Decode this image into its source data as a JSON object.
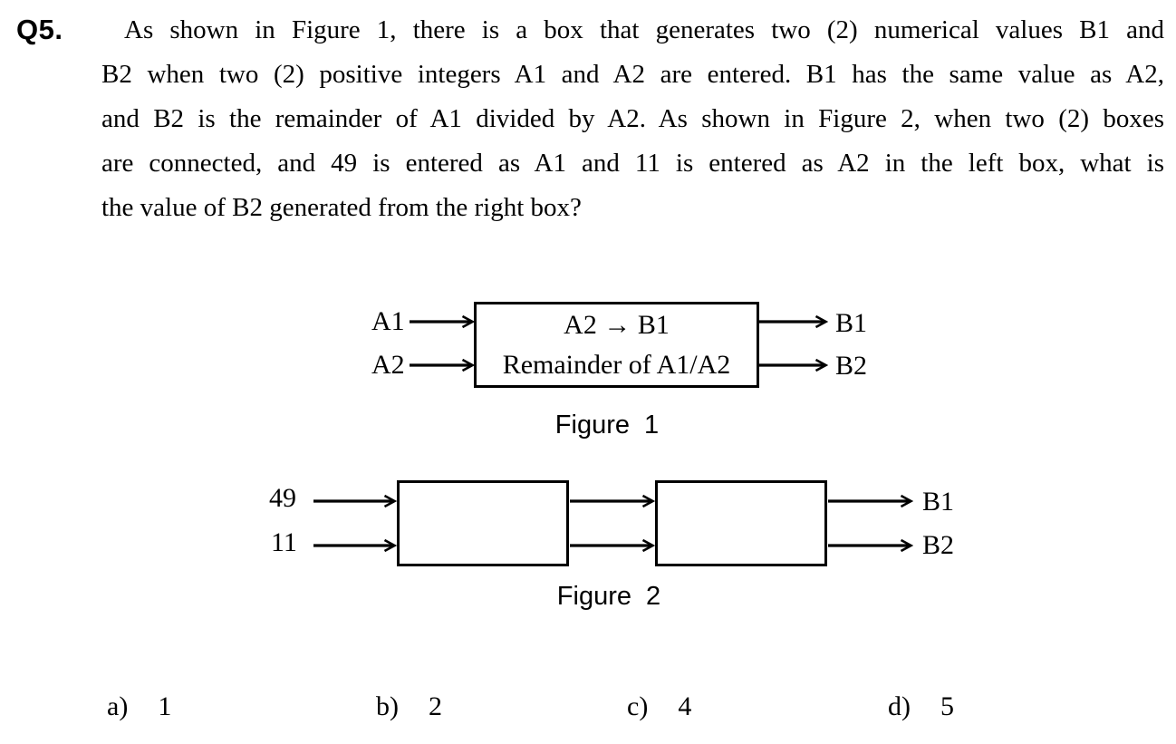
{
  "question": {
    "number": "Q5.",
    "lines": [
      "As shown in Figure 1, there is a box that generates two (2) numerical values B1 and",
      "B2 when two (2) positive integers A1 and A2 are entered. B1 has the same value as A2,",
      "and B2 is the remainder of A1 divided by A2. As shown in Figure 2, when two (2) boxes",
      "are connected, and 49 is entered as A1 and 11 is entered as A2 in the left box, what is",
      "the value of B2 generated from the right box?"
    ]
  },
  "figure1": {
    "caption": "Figure 1",
    "input_labels": [
      "A1",
      "A2"
    ],
    "output_labels": [
      "B1",
      "B2"
    ],
    "box": {
      "line1": "A2 → B1",
      "line2": "Remainder of A1/A2"
    }
  },
  "figure2": {
    "caption": "Figure 2",
    "input_labels": [
      "49",
      "11"
    ],
    "output_labels": [
      "B1",
      "B2"
    ]
  },
  "options": [
    {
      "label": "a)",
      "value": "1"
    },
    {
      "label": "b)",
      "value": "2"
    },
    {
      "label": "c)",
      "value": "4"
    },
    {
      "label": "d)",
      "value": "5"
    }
  ],
  "colors": {
    "text": "#000000",
    "background": "#ffffff",
    "line": "#000000"
  }
}
